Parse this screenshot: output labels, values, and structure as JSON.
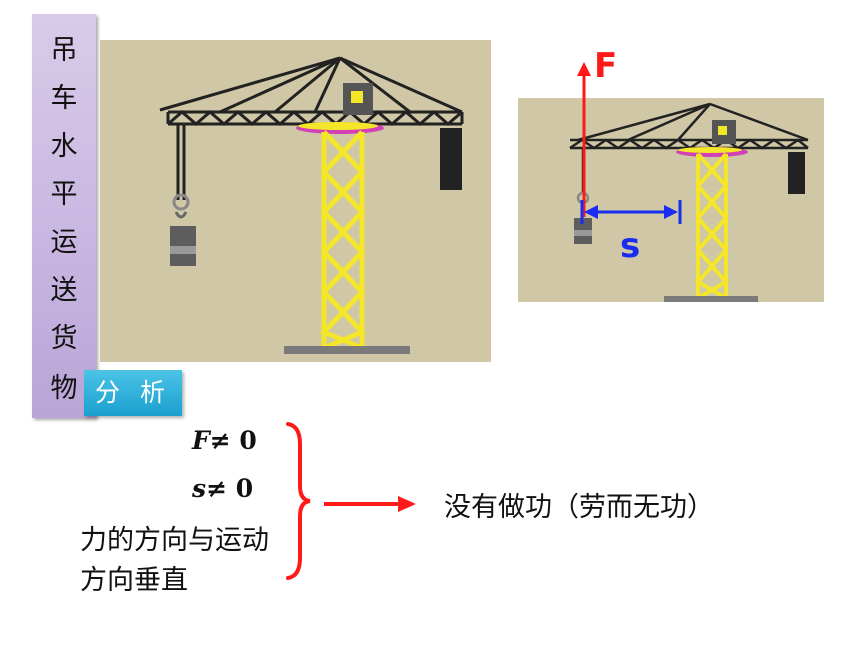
{
  "title_chars": [
    "吊",
    "车",
    "水",
    "平",
    "运",
    "送",
    "货",
    "物"
  ],
  "badge": "分 析",
  "force_label": "F",
  "displacement_label": "s",
  "conditions": {
    "f_symbol": "F",
    "f_rest": "≠ 0",
    "s_symbol": "s",
    "s_rest": "≠ 0",
    "direction": "力的方向与运动方向垂直"
  },
  "result": "没有做功（劳而无功）",
  "colors": {
    "banner": "#c7b5e0",
    "badge": "#1aa0cf",
    "scene_bg": "#cfc7a6",
    "tower": "#f4e629",
    "force_arrow": "#ff1a1a",
    "displacement_arrow": "#1a2cf0",
    "connector_arrow": "#ff1a1a"
  }
}
